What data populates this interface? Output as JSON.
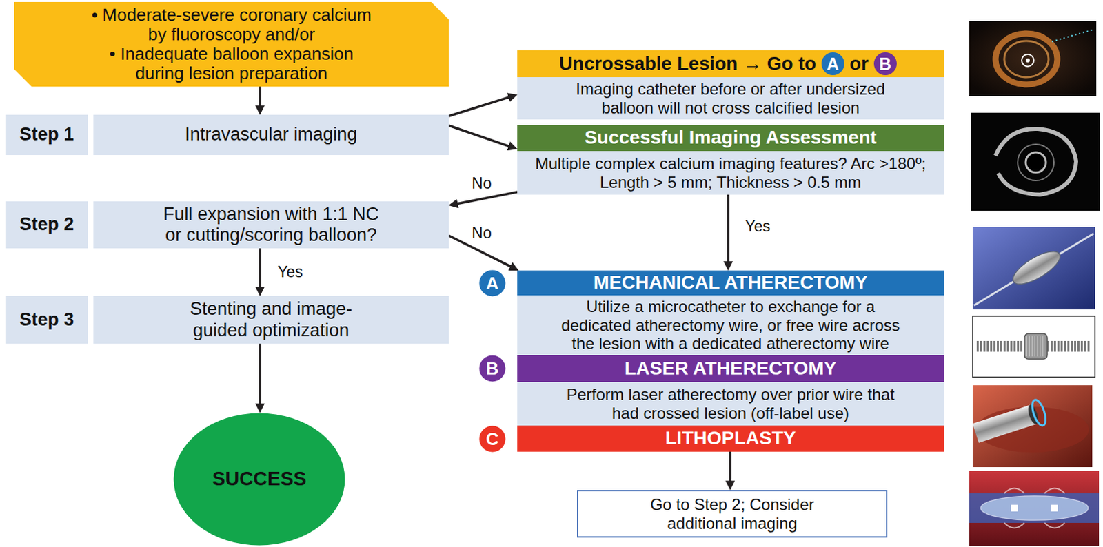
{
  "diagram": {
    "nodes": [
      {
        "text": [
          "• Moderate-severe coronary calcium by fluoroscopy and/or",
          "• Inadequate balloon expansion during lesion preparation"
        ]
      },
      {
        "text": [
          "Step 1"
        ]
      },
      {
        "text": [
          "Intravascular imaging"
        ]
      },
      {
        "text": [
          "Step 2"
        ]
      },
      {
        "text": [
          "Full expansion with 1:1 NC or cutting/scoring balloon?"
        ]
      },
      {
        "text": [
          "Step 3"
        ]
      },
      {
        "text": [
          "Stenting and image-guided optimization"
        ]
      },
      {
        "text": [
          "SUCCESS"
        ]
      },
      {
        "text": [
          "Uncrossable Lesion → Go to",
          "A",
          "or",
          "B",
          "Imaging catheter before or after undersized balloon will not cross calcified lesion"
        ]
      },
      {
        "text": [
          "Successful Imaging Assessment",
          "Multiple complex calcium imaging features? Arc >180º; Length > 5 mm; Thickness > 0.5 mm"
        ]
      },
      {
        "text": [
          "A"
        ]
      },
      {
        "text": [
          "MECHANICAL ATHERECTOMY",
          "Utilize a microcatheter to exchange for a dedicated atherectomy wire, or free wire across the lesion with a dedicated atherectomy wire"
        ]
      },
      {
        "text": [
          "B"
        ]
      },
      {
        "text": [
          "LASER ATHERECTOMY",
          "Perform laser atherectomy over prior wire that had crossed lesion (off-label use)"
        ]
      },
      {
        "text": [
          "C"
        ]
      },
      {
        "text": [
          "LITHOPLASTY"
        ]
      },
      {
        "text": [
          "Go to Step 2; Consider additional imaging"
        ]
      }
    ],
    "edges": [
      {
        "from": 0,
        "to": 2,
        "arrow": "to"
      },
      {
        "from": 2,
        "to": 8,
        "arrow": "to"
      },
      {
        "from": 2,
        "to": 9,
        "arrow": "to"
      },
      {
        "from": 9,
        "to": 4,
        "label": "No",
        "arrow": "to"
      },
      {
        "from": 9,
        "to": 11,
        "label": "Yes",
        "arrow": "to"
      },
      {
        "from": 4,
        "to": 11,
        "label": "No",
        "arrow": "to"
      },
      {
        "from": 4,
        "to": 6,
        "label": "Yes",
        "arrow": "to"
      },
      {
        "from": 6,
        "to": 7,
        "arrow": "to"
      },
      {
        "from": 15,
        "to": 16,
        "arrow": "to"
      }
    ]
  }
}
